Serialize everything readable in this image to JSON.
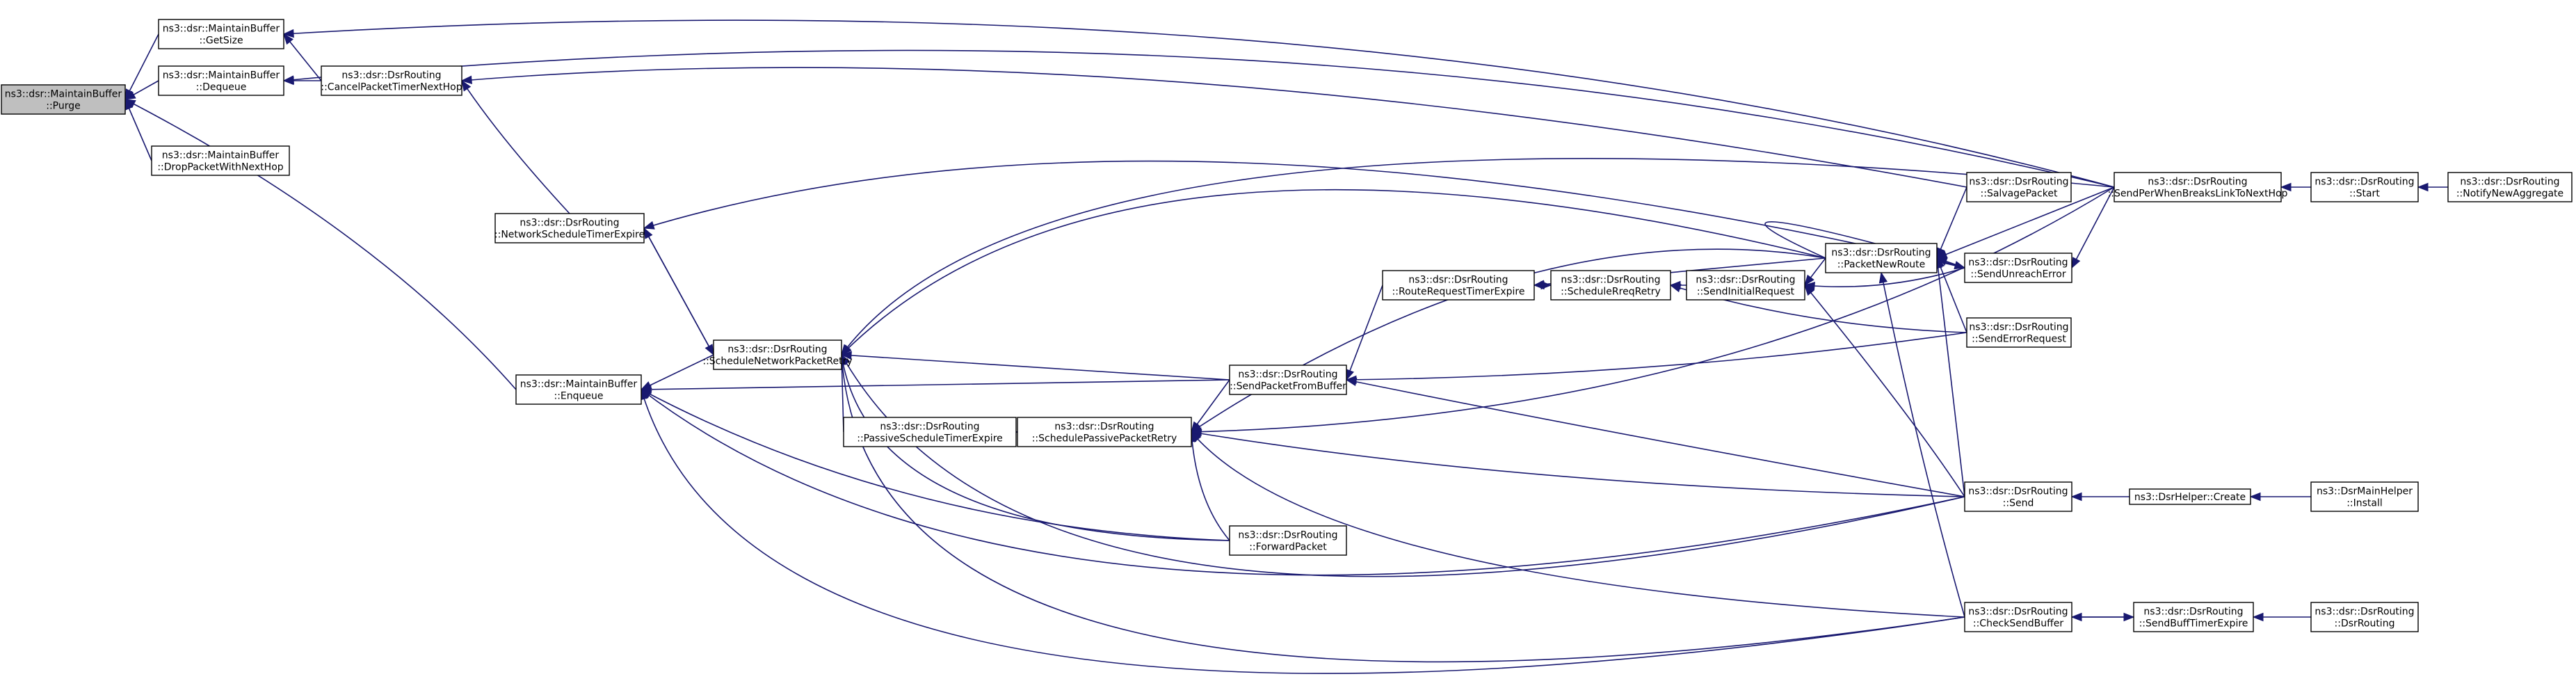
{
  "colors": {
    "edge": "#191970",
    "node_border": "#000000",
    "root_fill": "#bfbfbf",
    "node_fill": "#ffffff",
    "background": "#ffffff"
  },
  "nodes": {
    "purge": [
      "ns3::dsr::MaintainBuffer",
      "::Purge"
    ],
    "getsize": [
      "ns3::dsr::MaintainBuffer",
      "::GetSize"
    ],
    "dequeue": [
      "ns3::dsr::MaintainBuffer",
      "::Dequeue"
    ],
    "dropnext": [
      "ns3::dsr::MaintainBuffer",
      "::DropPacketWithNextHop"
    ],
    "cancel": [
      "ns3::dsr::DsrRouting",
      "::CancelPacketTimerNextHop"
    ],
    "netsched": [
      "ns3::dsr::DsrRouting",
      "::NetworkScheduleTimerExpire"
    ],
    "enqueue": [
      "ns3::dsr::MaintainBuffer",
      "::Enqueue"
    ],
    "schednet": [
      "ns3::dsr::DsrRouting",
      "::ScheduleNetworkPacketRetry"
    ],
    "passivetimer": [
      "ns3::dsr::DsrRouting",
      "::PassiveScheduleTimerExpire"
    ],
    "schedpassive": [
      "ns3::dsr::DsrRouting",
      "::SchedulePassivePacketRetry"
    ],
    "sendfrombuf": [
      "ns3::dsr::DsrRouting",
      "::SendPacketFromBuffer"
    ],
    "forward": [
      "ns3::dsr::DsrRouting",
      "::ForwardPacket"
    ],
    "rreqtimer": [
      "ns3::dsr::DsrRouting",
      "::RouteRequestTimerExpire"
    ],
    "schedrreq": [
      "ns3::dsr::DsrRouting",
      "::ScheduleRreqRetry"
    ],
    "sendinit": [
      "ns3::dsr::DsrRouting",
      "::SendInitialRequest"
    ],
    "pktnewroute": [
      "ns3::dsr::DsrRouting",
      "::PacketNewRoute"
    ],
    "salvage": [
      "ns3::dsr::DsrRouting",
      "::SalvagePacket"
    ],
    "sendunreach": [
      "ns3::dsr::DsrRouting",
      "::SendUnreachError"
    ],
    "senderrreq": [
      "ns3::dsr::DsrRouting",
      "::SendErrorRequest"
    ],
    "send": [
      "ns3::dsr::DsrRouting",
      "::Send"
    ],
    "checksend": [
      "ns3::dsr::DsrRouting",
      "::CheckSendBuffer"
    ],
    "sendperwhen": [
      "ns3::dsr::DsrRouting",
      "::SendPerWhenBreaksLinkToNextHop"
    ],
    "start": [
      "ns3::dsr::DsrRouting",
      "::Start"
    ],
    "notify": [
      "ns3::dsr::DsrRouting",
      "::NotifyNewAggregate"
    ],
    "helpercreate": [
      "ns3::DsrHelper::Create"
    ],
    "mainhelper": [
      "ns3::DsrMainHelper",
      "::Install"
    ],
    "sendbufftimer": [
      "ns3::dsr::DsrRouting",
      "::SendBuffTimerExpire"
    ],
    "dsrrouting": [
      "ns3::dsr::DsrRouting",
      "::DsrRouting"
    ]
  }
}
